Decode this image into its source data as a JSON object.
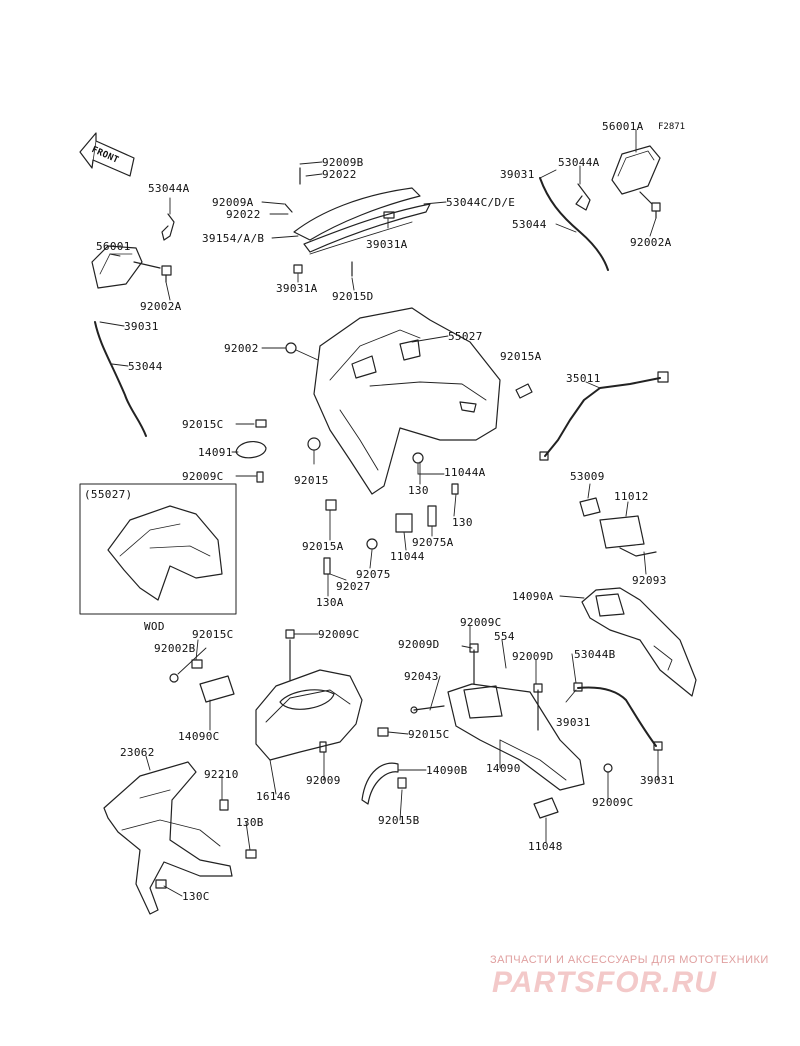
{
  "figure_code": "F2871",
  "front_label": "FRONT",
  "inset_title": "(55027)",
  "inset_caption": "WOD",
  "watermark": {
    "tagline": "ЗАПЧАСТИ И АКСЕССУАРЫ ДЛЯ МОТОТЕХНИКИ",
    "logo": "PARTSFOR.RU"
  },
  "part_labels": {
    "p56001A": "56001A",
    "p53044A_r": "53044A",
    "p39031_r": "39031",
    "p92002A_r": "92002A",
    "p53044_r": "53044",
    "p92009B": "92009B",
    "p92022_a": "92022",
    "p92009A": "92009A",
    "p92022_b": "92022",
    "p39154": "39154/A/B",
    "p53044CDE": "53044C/D/E",
    "p39031A": "39031A",
    "p39031A_b": "39031A",
    "p92015D": "92015D",
    "p53044A_l": "53044A",
    "p56001": "56001",
    "p92002A_l": "92002A",
    "p39031_l": "39031",
    "p53044_l": "53044",
    "p92002": "92002",
    "p55027": "55027",
    "p92015A": "92015A",
    "p35011": "35011",
    "p92015C_a": "92015C",
    "p14091": "14091",
    "p92009C_a": "92009C",
    "p92015": "92015",
    "p11044A": "11044A",
    "p130_a": "130",
    "p130_b": "130",
    "p92015A_b": "92015A",
    "p92075A": "92075A",
    "p11044": "11044",
    "p92075": "92075",
    "p92027": "92027",
    "p130A": "130A",
    "p53009": "53009",
    "p11012": "11012",
    "p92093": "92093",
    "p14090A": "14090A",
    "p92015C_b": "92015C",
    "p92002B": "92002B",
    "p14090C": "14090C",
    "p92009C_b": "92009C",
    "p92009C_c": "92009C",
    "p92009D_a": "92009D",
    "p554": "554",
    "p92009D_b": "92009D",
    "p53044B": "53044B",
    "p92043": "92043",
    "p39031_c": "39031",
    "p92015C_c": "92015C",
    "p14090": "14090",
    "p39031_d": "39031",
    "p23062": "23062",
    "p92210": "92210",
    "p92009": "92009",
    "p16146": "16146",
    "p14090B": "14090B",
    "p92009C_d": "92009C",
    "p130B": "130B",
    "p92015B": "92015B",
    "p11048": "11048",
    "p130C": "130C"
  }
}
